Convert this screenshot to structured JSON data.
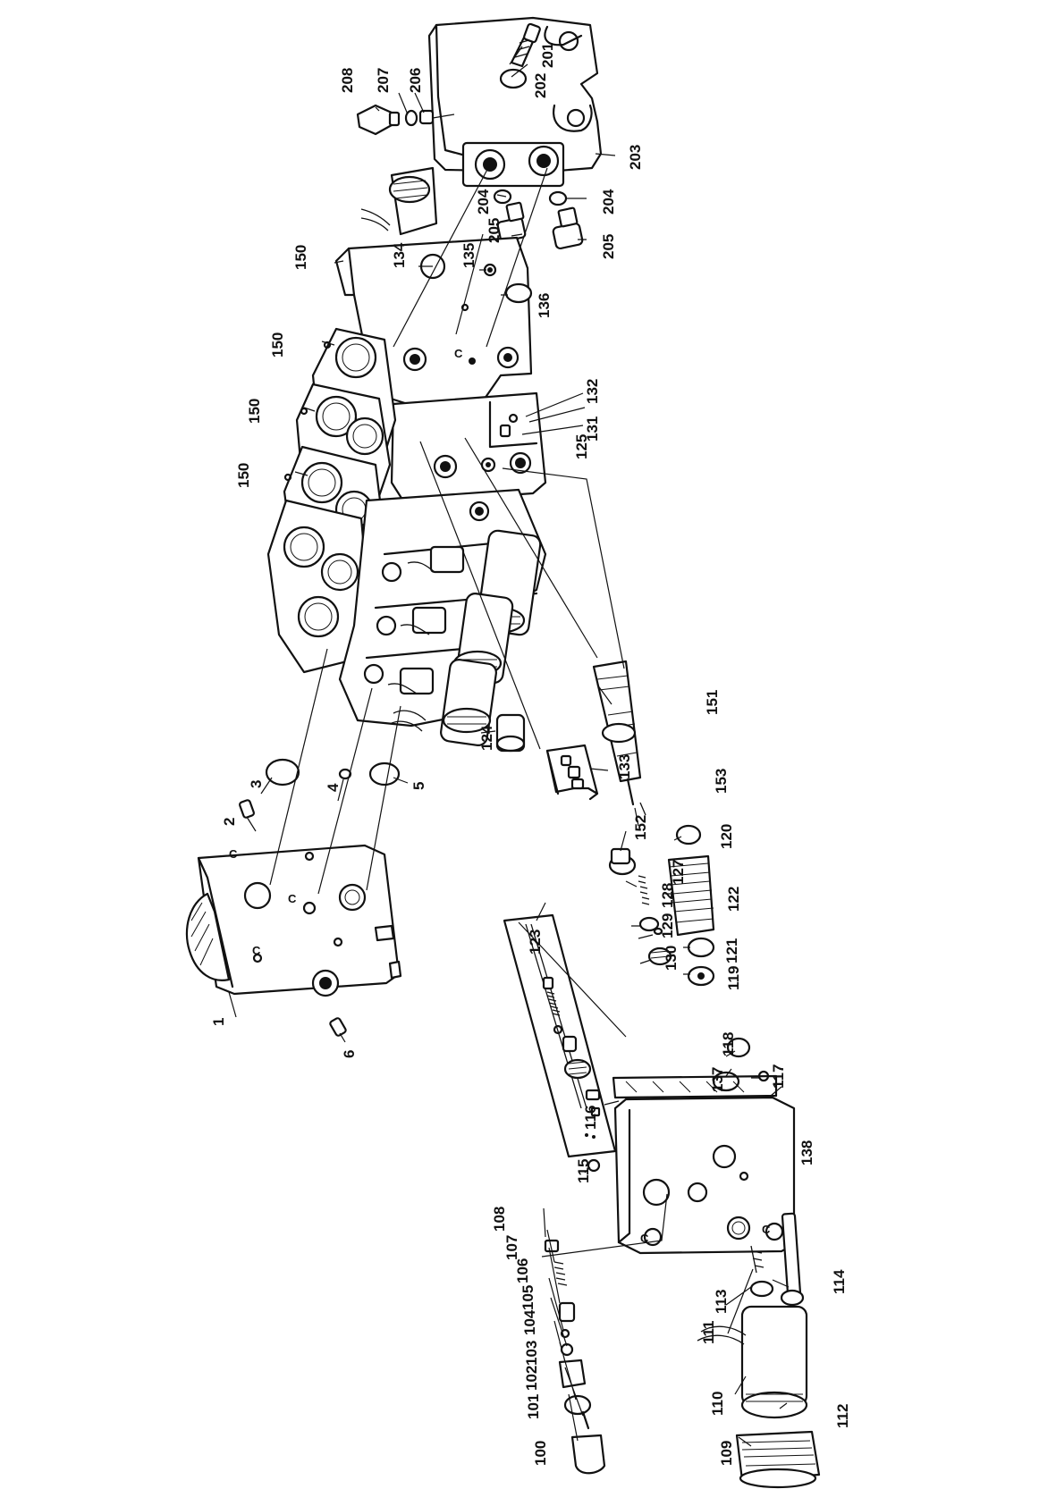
{
  "callouts": {
    "c1": "1",
    "c2": "2",
    "c3": "3",
    "c4": "4",
    "c5": "5",
    "c6": "6",
    "c100": "100",
    "c101": "101",
    "c102": "102",
    "c103": "103",
    "c104": "104",
    "c105": "105",
    "c106": "106",
    "c107": "107",
    "c108": "108",
    "c109": "109",
    "c110": "110",
    "c111": "111",
    "c112": "112",
    "c113": "113",
    "c114": "114",
    "c115": "115",
    "c116": "116",
    "c117": "117",
    "c118": "118",
    "c119": "119",
    "c120": "120",
    "c121": "121",
    "c122": "122",
    "c123": "123",
    "c124": "124",
    "c125": "125",
    "c127": "127",
    "c128": "128",
    "c129": "129",
    "c130": "130",
    "c131": "131",
    "c132": "132",
    "c133": "133",
    "c134": "134",
    "c135": "135",
    "c136": "136",
    "c137": "137",
    "c138": "138",
    "c150a": "150",
    "c150b": "150",
    "c150c": "150",
    "c150d": "150",
    "c151": "151",
    "c152": "152",
    "c153": "153",
    "c201": "201",
    "c202": "202",
    "c203": "203",
    "c204a": "204",
    "c204b": "204",
    "c205a": "205",
    "c205b": "205",
    "c206": "206",
    "c207": "207",
    "c208": "208"
  }
}
